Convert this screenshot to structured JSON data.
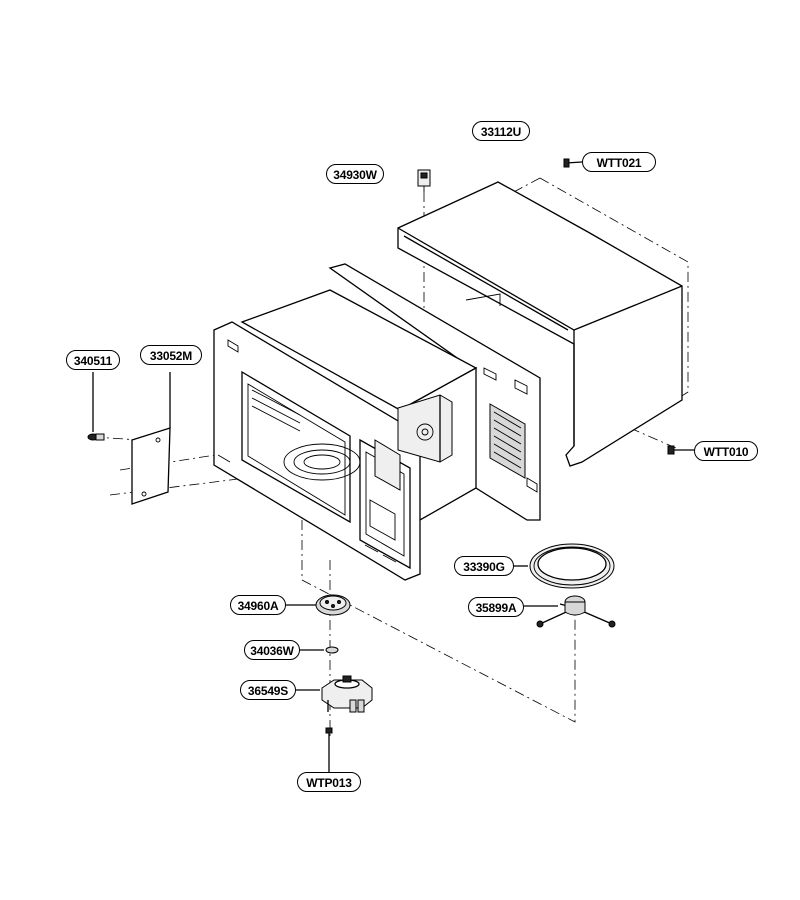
{
  "parts": [
    {
      "id": "33112U",
      "label": "33112U"
    },
    {
      "id": "WTT021",
      "label": "WTT021"
    },
    {
      "id": "34930W",
      "label": "34930W"
    },
    {
      "id": "340511",
      "label": "340511"
    },
    {
      "id": "33052M",
      "label": "33052M"
    },
    {
      "id": "WTT010",
      "label": "WTT010"
    },
    {
      "id": "33390G",
      "label": "33390G"
    },
    {
      "id": "35899A",
      "label": "35899A"
    },
    {
      "id": "34960A",
      "label": "34960A"
    },
    {
      "id": "34036W",
      "label": "34036W"
    },
    {
      "id": "36549S",
      "label": "36549S"
    },
    {
      "id": "WTP013",
      "label": "WTP013"
    }
  ]
}
